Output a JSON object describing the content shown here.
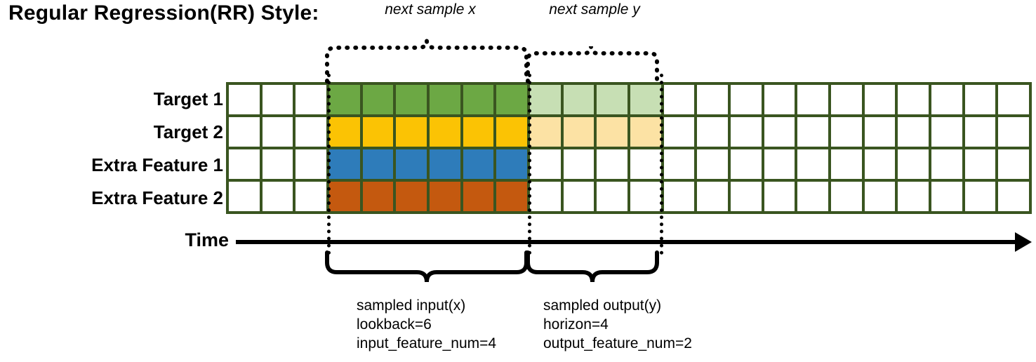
{
  "title": "Regular Regression(RR) Style:",
  "rows": [
    {
      "label": "Target 1",
      "color": "#6CA844",
      "light": "#C7DFB4",
      "has_output": true
    },
    {
      "label": "Target 2",
      "color": "#FBC304",
      "light": "#FCE2A4",
      "has_output": true
    },
    {
      "label": "Extra Feature 1",
      "color": "#2E7CBA",
      "light": "",
      "has_output": false
    },
    {
      "label": "Extra Feature 2",
      "color": "#C4590F",
      "light": "",
      "has_output": false
    }
  ],
  "grid": {
    "columns": 24,
    "rows": 4,
    "input_start_col": 3,
    "input_end_col": 8,
    "output_start_col": 9,
    "output_end_col": 12,
    "border_color": "#3A5520"
  },
  "axis": {
    "label": "Time"
  },
  "top_braces": [
    {
      "label": "next sample x"
    },
    {
      "label": "next sample y"
    }
  ],
  "bottom_braces": [
    {
      "title": "sampled input(x)",
      "line2": "lookback=6",
      "line3": "input_feature_num=4"
    },
    {
      "title": "sampled output(y)",
      "line2": "horizon=4",
      "line3": "output_feature_num=2"
    }
  ]
}
